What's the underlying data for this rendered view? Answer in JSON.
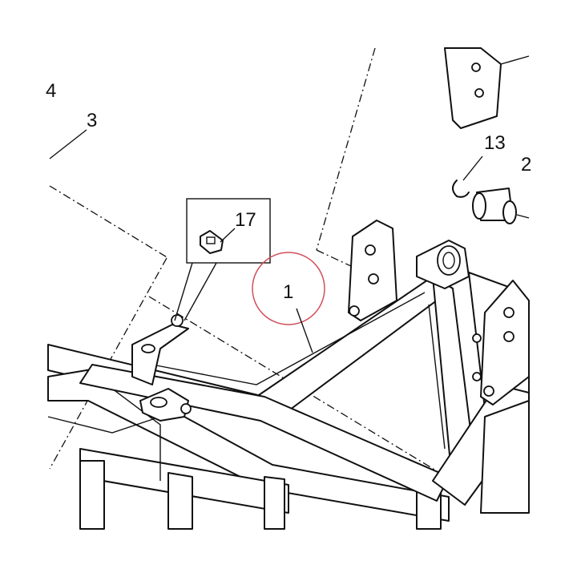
{
  "callouts": {
    "c1": "1",
    "c2": "2",
    "c3": "3",
    "c4": "4",
    "c13": "13",
    "c17": "17"
  },
  "colors": {
    "line": "#111111",
    "highlight_circle": "#d0505a",
    "background": "#ffffff"
  },
  "icons": {
    "fastener": "clip-nut-icon"
  }
}
